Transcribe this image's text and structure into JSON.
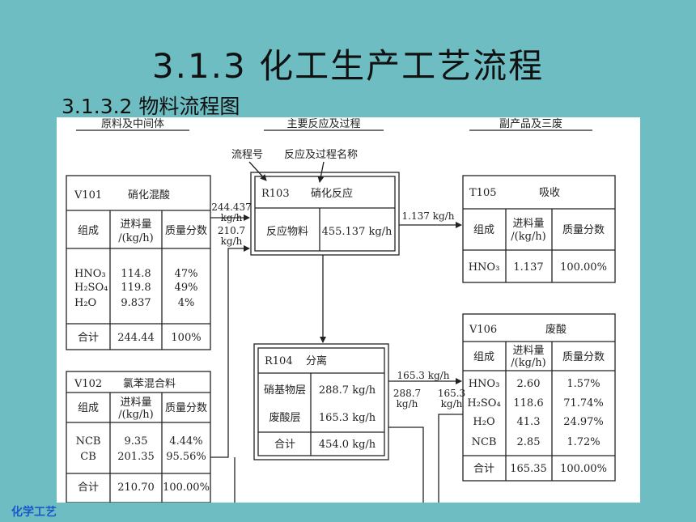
{
  "title": "3.1.3 化工生产工艺流程",
  "subtitle": "3.1.3.2 物料流程图",
  "footer": "化学工艺",
  "headers": {
    "left": "原料及中间体",
    "middle": "主要反应及过程",
    "right": "副产品及三废"
  },
  "callouts": {
    "flow_no": "流程号",
    "process_name": "反应及过程名称"
  },
  "v101": {
    "id": "V101",
    "name": "硝化混酸",
    "col_composition": "组成",
    "col_feed_line1": "进料量",
    "col_feed_line2": "/(kg/h)",
    "col_mass_fraction": "质量分数",
    "rows": [
      {
        "component": "HNO₃",
        "feed": "114.8",
        "fraction": "47%"
      },
      {
        "component": "H₂SO₄",
        "feed": "119.8",
        "fraction": "49%"
      },
      {
        "component": "H₂O",
        "feed": "9.837",
        "fraction": "4%"
      }
    ],
    "total": {
      "label": "合计",
      "feed": "244.44",
      "fraction": "100%"
    }
  },
  "v102": {
    "id": "V102",
    "name": "氯苯混合料",
    "col_composition": "组成",
    "col_feed_line1": "进料量",
    "col_feed_line2": "/(kg/h)",
    "col_mass_fraction": "质量分数",
    "rows": [
      {
        "component": "NCB",
        "feed": "9.35",
        "fraction": "4.44%"
      },
      {
        "component": "CB",
        "feed": "201.35",
        "fraction": "95.56%"
      }
    ],
    "total": {
      "label": "合计",
      "feed": "210.70",
      "fraction": "100.00%"
    }
  },
  "r103": {
    "id": "R103",
    "name": "硝化反应",
    "row_label": "反应物料",
    "row_value": "455.137 kg/h"
  },
  "r104": {
    "id": "R104",
    "name": "分离",
    "rows": [
      {
        "label": "硝基物层",
        "value": "288.7 kg/h"
      },
      {
        "label": "废酸层",
        "value": "165.3 kg/h"
      }
    ],
    "total": {
      "label": "合计",
      "value": "454.0 kg/h"
    }
  },
  "t105": {
    "id": "T105",
    "name": "吸收",
    "col_composition": "组成",
    "col_feed_line1": "进料量",
    "col_feed_line2": "/(kg/h)",
    "col_mass_fraction": "质量分数",
    "rows": [
      {
        "component": "HNO₃",
        "feed": "1.137",
        "fraction": "100.00%"
      }
    ]
  },
  "v106": {
    "id": "V106",
    "name": "废酸",
    "col_composition": "组成",
    "col_feed_line1": "进料量",
    "col_feed_line2": "/(kg/h)",
    "col_mass_fraction": "质量分数",
    "rows": [
      {
        "component": "HNO₃",
        "feed": "2.60",
        "fraction": "1.57%"
      },
      {
        "component": "H₂SO₄",
        "feed": "118.6",
        "fraction": "71.74%"
      },
      {
        "component": "H₂O",
        "feed": "41.3",
        "fraction": "24.97%"
      },
      {
        "component": "NCB",
        "feed": "2.85",
        "fraction": "1.72%"
      }
    ],
    "total": {
      "label": "合计",
      "feed": "165.35",
      "fraction": "100.00%"
    }
  },
  "flows": {
    "v101_to_r103_line1": "244.437",
    "v101_to_r103_line2": "kg/h",
    "v102_to_r103_line1": "210.7",
    "v102_to_r103_line2": "kg/h",
    "r103_to_t105": "1.137 kg/h",
    "r104_to_v106": "165.3 kg/h",
    "r104_down_line1": "288.7",
    "r104_down_line2": "kg/h",
    "v106_return_line1": "165.3",
    "v106_return_line2": "kg/h"
  }
}
